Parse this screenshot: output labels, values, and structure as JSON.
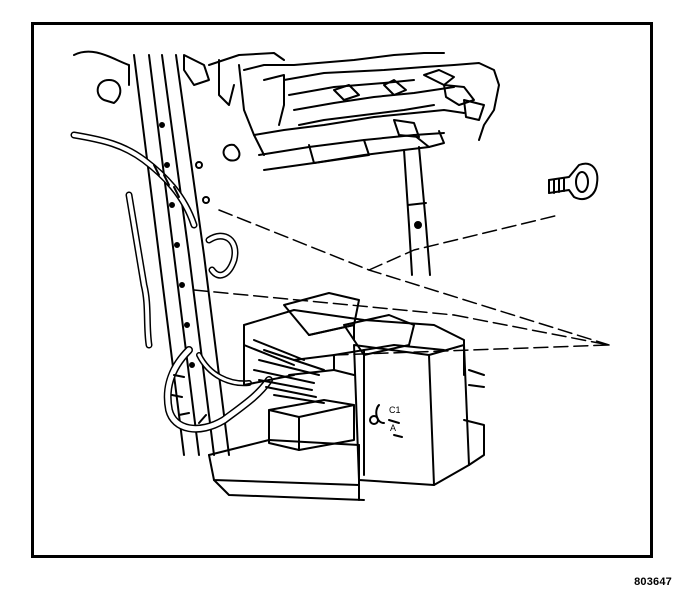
{
  "figure": {
    "code": "803647",
    "connector_marks": {
      "top": "C1",
      "bottom": "A"
    }
  },
  "colors": {
    "ink": "#000000",
    "paper": "#ffffff"
  }
}
